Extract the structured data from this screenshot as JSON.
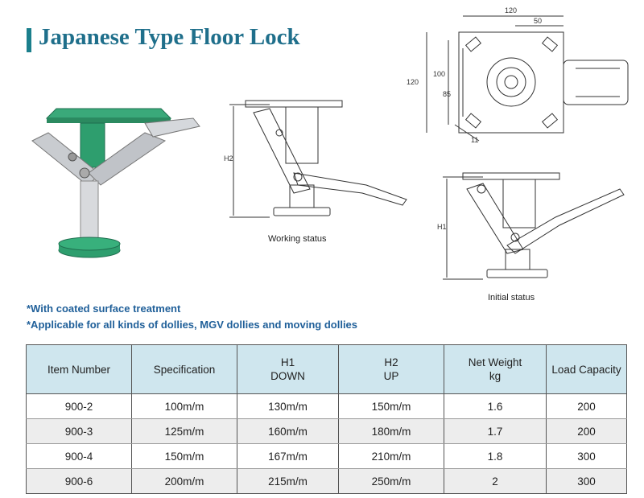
{
  "header": {
    "title": "Japanese Type Floor Lock"
  },
  "drawings": {
    "working_caption": "Working status",
    "initial_caption": "Initial status",
    "working_height_label": "H2",
    "initial_height_label": "H1",
    "top_view_dims": {
      "overall_width": "120",
      "offset": "50",
      "overall_height": "120",
      "hole_pitch_outer": "100",
      "hole_pitch_inner": "85",
      "hole_size": "11"
    }
  },
  "notes": [
    "*With coated surface treatment",
    "*Applicable for all kinds of dollies, MGV dollies and moving dollies"
  ],
  "table": {
    "headers": [
      {
        "line1": "Item Number",
        "line2": ""
      },
      {
        "line1": "Specification",
        "line2": ""
      },
      {
        "line1": "H1",
        "line2": "DOWN"
      },
      {
        "line1": "H2",
        "line2": "UP"
      },
      {
        "line1": "Net Weight",
        "line2": "kg"
      },
      {
        "line1": "Load Capacity",
        "line2": ""
      }
    ],
    "rows": [
      [
        "900-2",
        "100m/m",
        "130m/m",
        "150m/m",
        "1.6",
        "200"
      ],
      [
        "900-3",
        "125m/m",
        "160m/m",
        "180m/m",
        "1.7",
        "200"
      ],
      [
        "900-4",
        "150m/m",
        "167m/m",
        "210m/m",
        "1.8",
        "300"
      ],
      [
        "900-6",
        "200m/m",
        "215m/m",
        "250m/m",
        "2",
        "300"
      ]
    ]
  },
  "colors": {
    "title": "#1f6f8b",
    "accent_bar": "#1b7f8c",
    "notes": "#1f5f99",
    "header_bg": "#cfe6ee",
    "product_green": "#2e9e6e"
  }
}
